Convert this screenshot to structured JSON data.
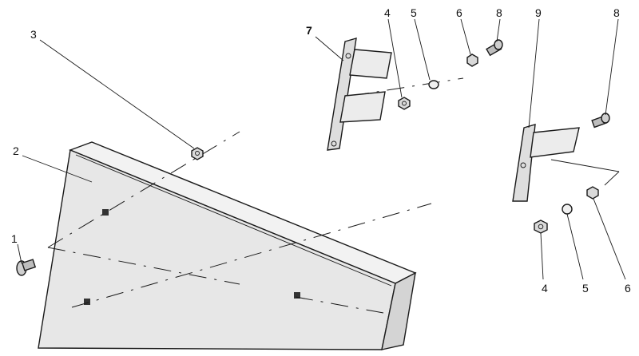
{
  "callouts": {
    "c1": "1",
    "c2": "2",
    "c3": "3",
    "c4_top": "4",
    "c5_top": "5",
    "c6_top": "6",
    "c7": "7",
    "c8_left": "8",
    "c8_right": "8",
    "c9": "9",
    "c4_bottom": "4",
    "c5_bottom": "5",
    "c6_bottom": "6"
  },
  "colors": {
    "line": "#1a1a1a",
    "panel_fill": "#e7e7e7",
    "panel_side": "#d4d4d4",
    "bracket_fill": "#dedede",
    "background": "#ffffff"
  }
}
